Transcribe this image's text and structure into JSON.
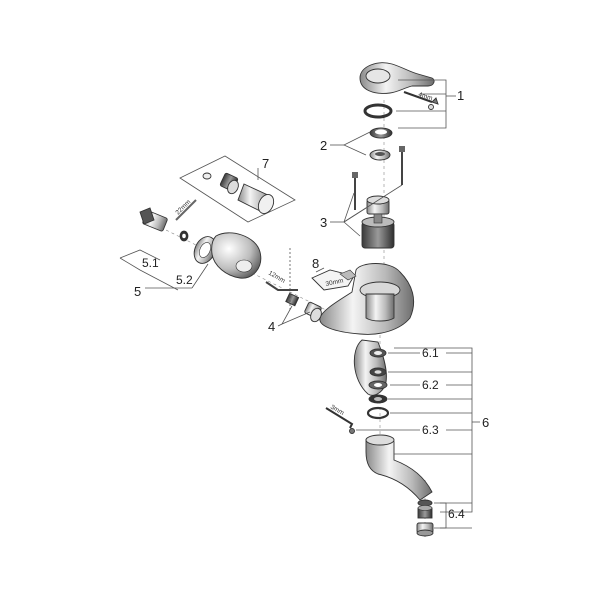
{
  "callouts": {
    "c1": "1",
    "c2": "2",
    "c3": "3",
    "c4": "4",
    "c5": "5",
    "c5_1": "5.1",
    "c5_2": "5.2",
    "c6": "6",
    "c6_1": "6.1",
    "c6_2": "6.2",
    "c6_3": "6.3",
    "c6_4": "6.4",
    "c7": "7",
    "c8": "8"
  },
  "tool_sizes": {
    "t4mm": "4mm",
    "t3mm": "3mm",
    "t12mm": "12mm",
    "t22mm": "22mm",
    "t30mm": "30mm"
  }
}
